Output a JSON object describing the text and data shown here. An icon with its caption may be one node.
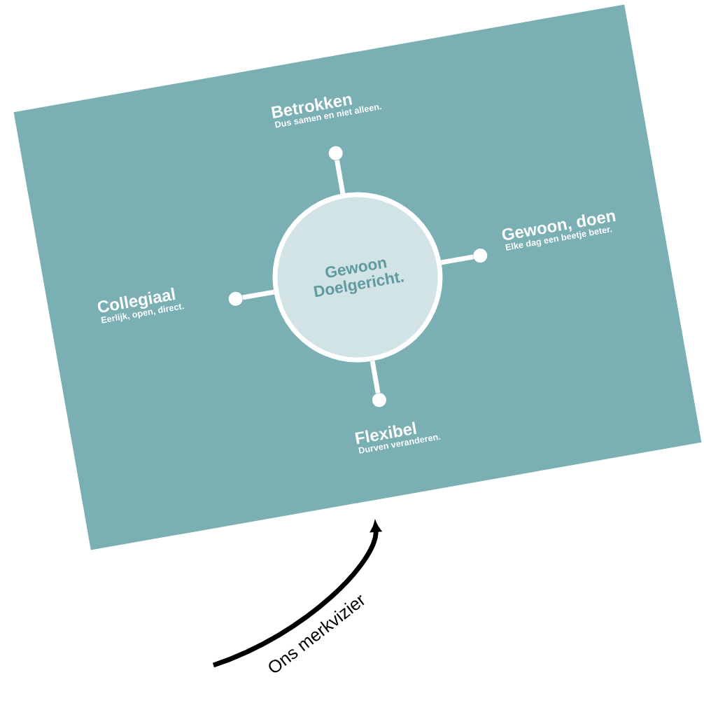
{
  "diagram": {
    "nodes": [
      {
        "text": [],
        "shape": "box"
      },
      {
        "text": [],
        "shape": "circle",
        "in": 0,
        "beside": [
          "Betrokken",
          "Dus samen en niet alleen."
        ]
      },
      {
        "text": [
          "Gewoon Doelgericht."
        ],
        "in": 0
      },
      {
        "text": [],
        "shape": "circle",
        "in": 0,
        "beside": [
          "Gewoon, doen",
          "Elke dag een beetje beter."
        ]
      },
      {
        "text": [],
        "shape": "circle",
        "in": 0,
        "beside": [
          "Collegiaal",
          "Eerlijk, open, direct."
        ]
      },
      {
        "text": [],
        "shape": "circle",
        "in": 0,
        "beside": [
          "Flexibel",
          "Durven veranderen."
        ]
      }
    ],
    "edges": [
      {
        "from": 2,
        "to": 1,
        "arrow": "none"
      },
      {
        "from": 2,
        "to": 3,
        "arrow": "none"
      },
      {
        "from": 2,
        "to": 4,
        "arrow": "none"
      },
      {
        "from": 2,
        "to": 5,
        "arrow": "none"
      },
      {
        "from": null,
        "to": 0,
        "arrow": "to",
        "label": "Ons merkvizier",
        "color": "#000000"
      }
    ]
  }
}
